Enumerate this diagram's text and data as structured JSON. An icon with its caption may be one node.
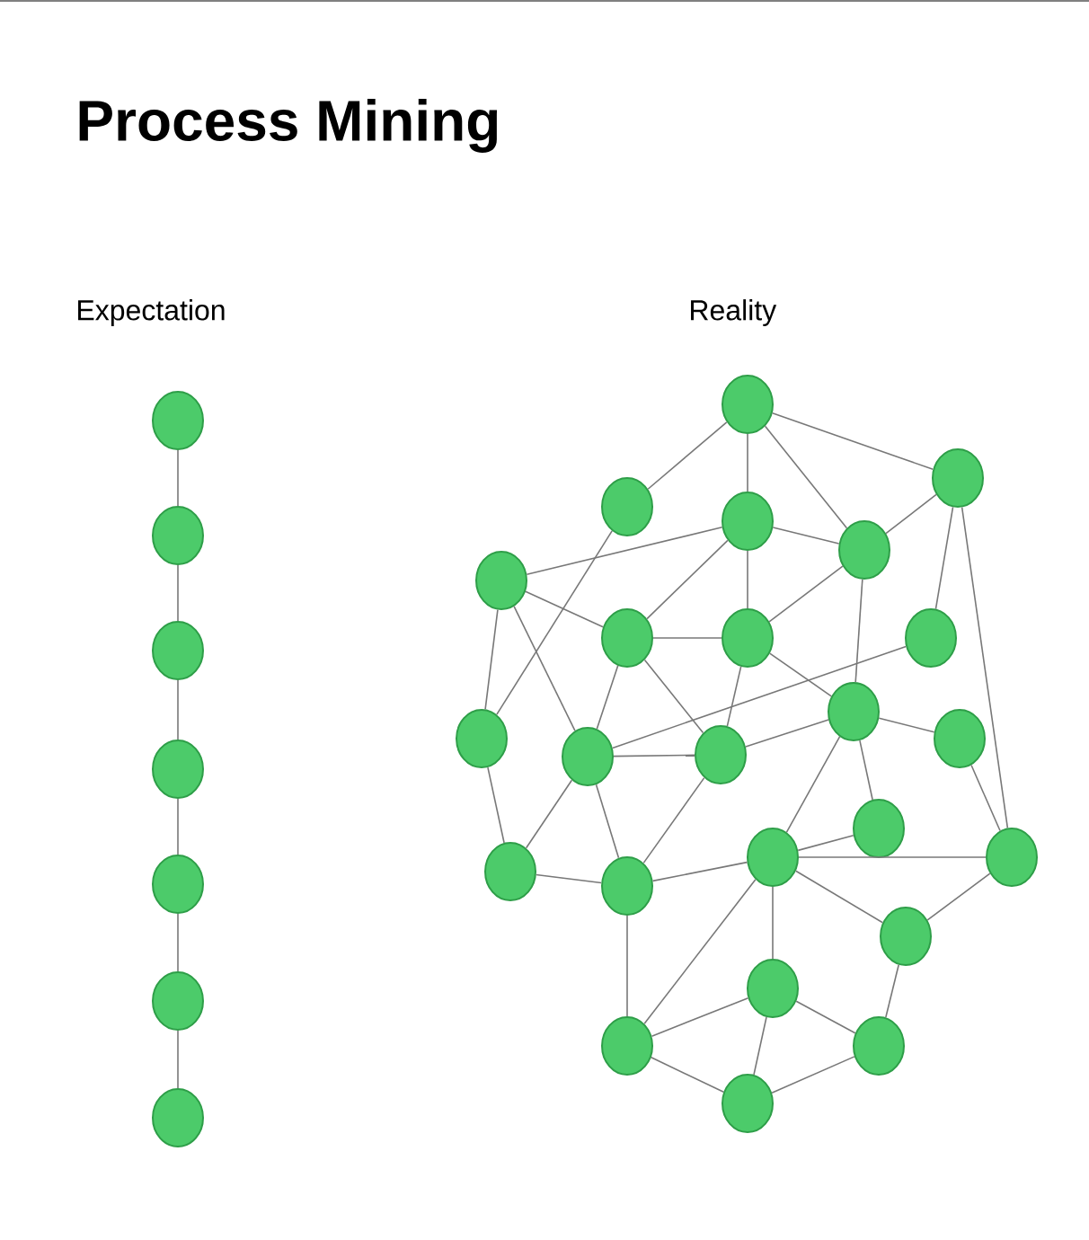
{
  "diagram": {
    "title": "Process Mining",
    "nodes": [
      {
        "text": [],
        "shape": "circle"
      },
      {
        "text": [],
        "shape": "circle"
      },
      {
        "text": [],
        "shape": "circle"
      },
      {
        "text": [],
        "shape": "circle"
      },
      {
        "text": [],
        "shape": "circle"
      },
      {
        "text": [],
        "shape": "circle"
      },
      {
        "text": [],
        "shape": "circle"
      },
      {
        "text": [],
        "shape": "circle"
      },
      {
        "text": [],
        "shape": "circle"
      },
      {
        "text": [],
        "shape": "circle"
      },
      {
        "text": [],
        "shape": "circle"
      },
      {
        "text": [],
        "shape": "circle"
      },
      {
        "text": [],
        "shape": "circle"
      },
      {
        "text": [],
        "shape": "circle"
      },
      {
        "text": [],
        "shape": "circle"
      },
      {
        "text": [],
        "shape": "circle"
      },
      {
        "text": [],
        "shape": "circle"
      },
      {
        "text": [],
        "shape": "circle"
      },
      {
        "text": [],
        "shape": "circle"
      },
      {
        "text": [],
        "shape": "circle"
      },
      {
        "text": [],
        "shape": "circle"
      },
      {
        "text": [],
        "shape": "circle"
      },
      {
        "text": [],
        "shape": "circle"
      },
      {
        "text": [],
        "shape": "circle"
      },
      {
        "text": [],
        "shape": "circle"
      },
      {
        "text": [],
        "shape": "circle"
      },
      {
        "text": [],
        "shape": "circle"
      },
      {
        "text": [],
        "shape": "circle"
      },
      {
        "text": [],
        "shape": "circle"
      },
      {
        "text": [],
        "shape": "circle"
      },
      {
        "text": [],
        "shape": "circle"
      }
    ],
    "edges": [
      {
        "from": 0,
        "to": 1,
        "arrow": "none"
      },
      {
        "from": 1,
        "to": 2,
        "arrow": "none"
      },
      {
        "from": 2,
        "to": 3,
        "arrow": "none"
      },
      {
        "from": 3,
        "to": 4,
        "arrow": "none"
      },
      {
        "from": 4,
        "to": 5,
        "arrow": "none"
      },
      {
        "from": 5,
        "to": 6,
        "arrow": "none"
      },
      {
        "from": 7,
        "to": 8,
        "arrow": "none"
      },
      {
        "from": 7,
        "to": 10,
        "arrow": "none"
      },
      {
        "from": 7,
        "to": 11,
        "arrow": "none"
      },
      {
        "from": 7,
        "to": 9,
        "arrow": "none"
      },
      {
        "from": 10,
        "to": 12,
        "arrow": "none"
      },
      {
        "from": 10,
        "to": 11,
        "arrow": "none"
      },
      {
        "from": 10,
        "to": 13,
        "arrow": "none"
      },
      {
        "from": 10,
        "to": 14,
        "arrow": "none"
      },
      {
        "from": 9,
        "to": 11,
        "arrow": "none"
      },
      {
        "from": 9,
        "to": 15,
        "arrow": "none"
      },
      {
        "from": 9,
        "to": 25,
        "arrow": "none"
      },
      {
        "from": 8,
        "to": 17,
        "arrow": "none"
      },
      {
        "from": 12,
        "to": 17,
        "arrow": "none"
      },
      {
        "from": 12,
        "to": 13,
        "arrow": "none"
      },
      {
        "from": 12,
        "to": 18,
        "arrow": "none"
      },
      {
        "from": 13,
        "to": 14,
        "arrow": "none"
      },
      {
        "from": 13,
        "to": 18,
        "arrow": "none"
      },
      {
        "from": 13,
        "to": 19,
        "arrow": "none"
      },
      {
        "from": 14,
        "to": 19,
        "arrow": "none"
      },
      {
        "from": 14,
        "to": 16,
        "arrow": "none"
      },
      {
        "from": 11,
        "to": 14,
        "arrow": "none"
      },
      {
        "from": 11,
        "to": 16,
        "arrow": "none"
      },
      {
        "from": 15,
        "to": 18,
        "arrow": "none"
      },
      {
        "from": 16,
        "to": 19,
        "arrow": "none"
      },
      {
        "from": 16,
        "to": 20,
        "arrow": "none"
      },
      {
        "from": 18,
        "to": 19,
        "arrow": "none"
      },
      {
        "from": 17,
        "to": 22,
        "arrow": "none"
      },
      {
        "from": 18,
        "to": 22,
        "arrow": "none"
      },
      {
        "from": 18,
        "to": 23,
        "arrow": "none"
      },
      {
        "from": 19,
        "to": 23,
        "arrow": "none"
      },
      {
        "from": 16,
        "to": 24,
        "arrow": "none"
      },
      {
        "from": 16,
        "to": 21,
        "arrow": "none"
      },
      {
        "from": 20,
        "to": 25,
        "arrow": "none"
      },
      {
        "from": 22,
        "to": 23,
        "arrow": "none"
      },
      {
        "from": 23,
        "to": 24,
        "arrow": "none"
      },
      {
        "from": 24,
        "to": 21,
        "arrow": "none"
      },
      {
        "from": 24,
        "to": 25,
        "arrow": "none"
      },
      {
        "from": 24,
        "to": 26,
        "arrow": "none"
      },
      {
        "from": 24,
        "to": 27,
        "arrow": "none"
      },
      {
        "from": 24,
        "to": 28,
        "arrow": "none"
      },
      {
        "from": 23,
        "to": 28,
        "arrow": "none"
      },
      {
        "from": 25,
        "to": 26,
        "arrow": "none"
      },
      {
        "from": 26,
        "to": 29,
        "arrow": "none"
      },
      {
        "from": 27,
        "to": 28,
        "arrow": "none"
      },
      {
        "from": 27,
        "to": 30,
        "arrow": "none"
      },
      {
        "from": 27,
        "to": 29,
        "arrow": "none"
      },
      {
        "from": 28,
        "to": 30,
        "arrow": "none"
      },
      {
        "from": 30,
        "to": 29,
        "arrow": "none"
      }
    ],
    "labels": [
      "Expectation",
      "Reality"
    ]
  }
}
